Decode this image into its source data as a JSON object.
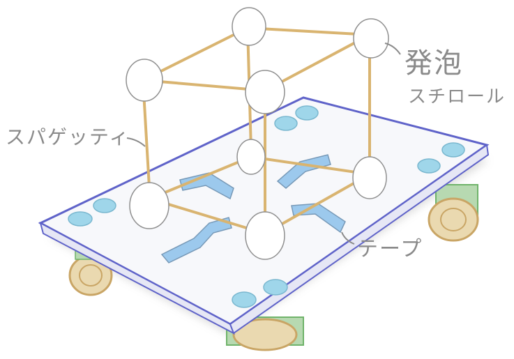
{
  "labels": {
    "foam_line1": "発泡",
    "foam_line2": "スチロール",
    "spaghetti": "スパゲッティ",
    "tape": "テープ"
  },
  "colors": {
    "board_edge": "#5f63c9",
    "board_fill": "#f7f8fb",
    "spaghetti": "#d9b470",
    "foam": "#ffffff",
    "foam_outline": "#8f8f8f",
    "tape": "#93c4ec",
    "tape_outline": "#6a8fb0",
    "gel_pad": "#9fd6ea",
    "wheel": "#d8b77a",
    "wheel_mount": "#6fb36a",
    "label_text": "#8a8a8a"
  },
  "icons": {
    "foam_block": "marshmallow-foam-block",
    "tape_strip": "tape-strip",
    "wheel": "caster-wheel",
    "gel_pad": "gel-pad"
  }
}
